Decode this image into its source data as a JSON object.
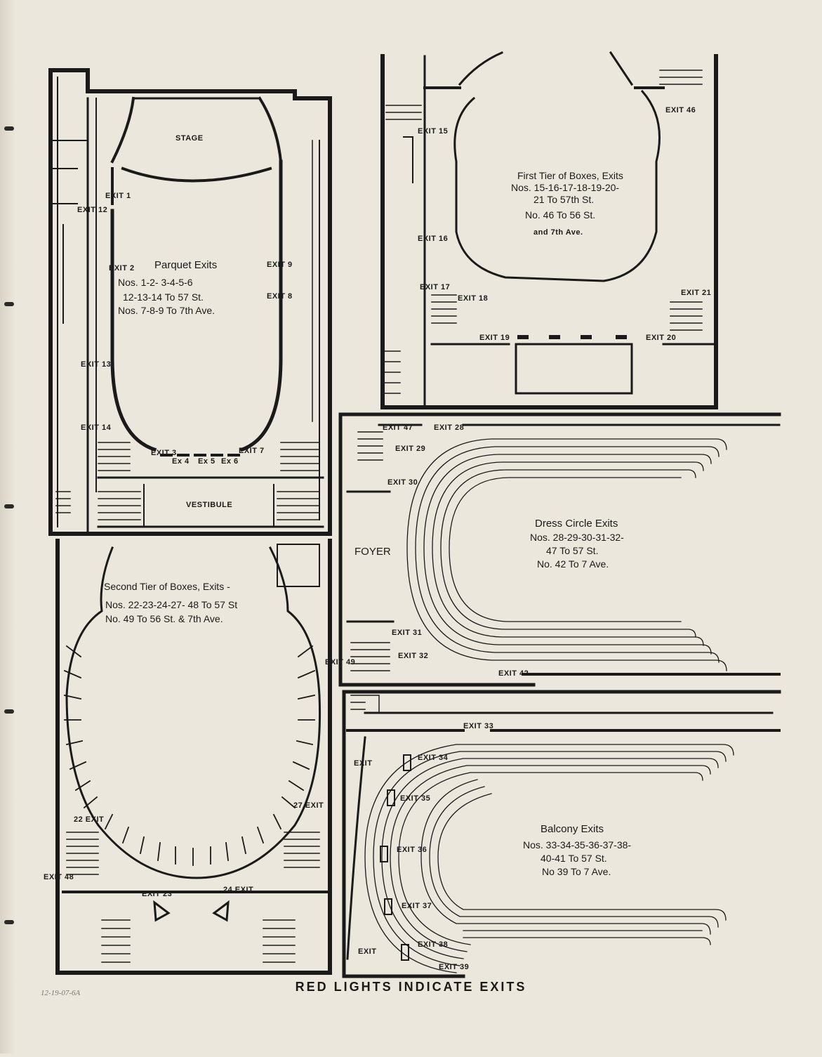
{
  "footer": "RED LIGHTS INDICATE EXITS",
  "marginalia": "12-19-07-6A",
  "parquet": {
    "stage": "STAGE",
    "vestibule": "VESTIBULE",
    "title": "Parquet Exits",
    "lines": [
      "Nos. 1-2- 3-4-5-6",
      "12-13-14 To 57 St.",
      "Nos. 7-8-9 To 7th Ave."
    ]
  },
  "first_tier": {
    "title": "First Tier of Boxes, Exits",
    "lines": [
      "Nos. 15-16-17-18-19-20-",
      "21 To 57th St.",
      "No. 46 To 56 St.",
      "and 7th Ave."
    ]
  },
  "second_tier": {
    "title": "Second Tier of Boxes, Exits -",
    "lines": [
      "Nos. 22-23-24-27- 48 To 57 St",
      "No. 49 To 56 St. & 7th Ave."
    ]
  },
  "dress_circle": {
    "foyer": "FOYER",
    "title": "Dress Circle Exits",
    "lines": [
      "Nos. 28-29-30-31-32-",
      "47 To 57 St.",
      "No. 42 To 7 Ave."
    ]
  },
  "balcony": {
    "title": "Balcony Exits",
    "lines": [
      "Nos. 33-34-35-36-37-38-",
      "40-41 To 57 St.",
      "No 39 To 7 Ave."
    ]
  },
  "exits": {
    "e1": "EXIT 1",
    "e2": "EXIT 2",
    "e3": "EXIT 3",
    "e4": "Ex 4",
    "e5": "Ex 5",
    "e6": "Ex 6",
    "e7": "EXIT 7",
    "e8": "EXIT 8",
    "e9": "EXIT 9",
    "e12": "EXIT 12",
    "e13": "EXIT 13",
    "e14": "EXIT 14",
    "e15": "EXIT 15",
    "e16": "EXIT 16",
    "e17": "EXIT 17",
    "e18": "EXIT 18",
    "e19": "EXIT 19",
    "e20": "EXIT 20",
    "e21": "EXIT 21",
    "e46": "EXIT 46",
    "e22": "22 EXIT",
    "e23": "EXIT 23",
    "e24": "24 EXIT",
    "e27": "27 EXIT",
    "e48": "EXIT 48",
    "e49": "EXIT 49",
    "e28": "EXIT 28",
    "e29": "EXIT 29",
    "e30": "EXIT 30",
    "e31": "EXIT 31",
    "e32": "EXIT 32",
    "e42": "EXIT 42",
    "e47": "EXIT 47",
    "e33": "EXIT 33",
    "e34": "EXIT 34",
    "e35": "EXIT 35",
    "e36": "EXIT 36",
    "e37": "EXIT 37",
    "e38": "EXIT 38",
    "e39": "EXIT 39",
    "e40": "EXIT",
    "e41": "EXIT"
  }
}
